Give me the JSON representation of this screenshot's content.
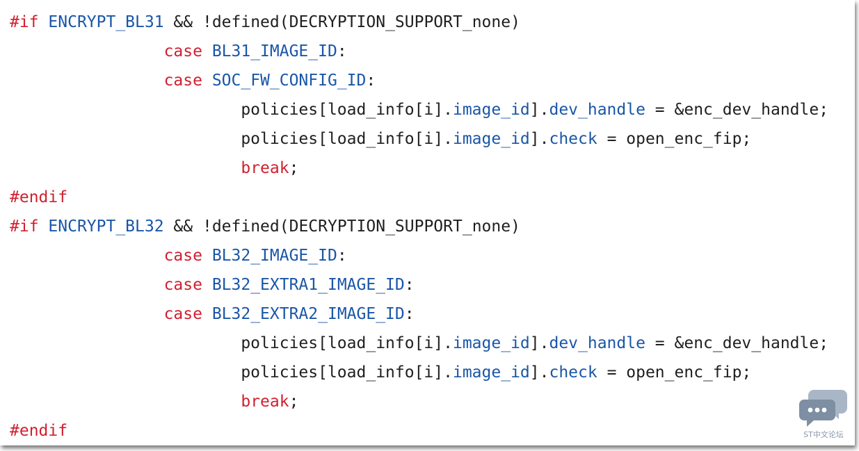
{
  "code": {
    "lines": [
      [
        [
          "kw",
          "#if"
        ],
        [
          "plain",
          " "
        ],
        [
          "id",
          "ENCRYPT_BL31"
        ],
        [
          "plain",
          " && !defined(DECRYPTION_SUPPORT_none)"
        ]
      ],
      [
        [
          "plain",
          "                "
        ],
        [
          "kw",
          "case"
        ],
        [
          "plain",
          " "
        ],
        [
          "id",
          "BL31_IMAGE_ID"
        ],
        [
          "plain",
          ":"
        ]
      ],
      [
        [
          "plain",
          "                "
        ],
        [
          "kw",
          "case"
        ],
        [
          "plain",
          " "
        ],
        [
          "id",
          "SOC_FW_CONFIG_ID"
        ],
        [
          "plain",
          ":"
        ]
      ],
      [
        [
          "plain",
          "                        policies[load_info[i]."
        ],
        [
          "id",
          "image_id"
        ],
        [
          "plain",
          "]."
        ],
        [
          "id",
          "dev_handle"
        ],
        [
          "plain",
          " = &enc_dev_handle;"
        ]
      ],
      [
        [
          "plain",
          "                        policies[load_info[i]."
        ],
        [
          "id",
          "image_id"
        ],
        [
          "plain",
          "]."
        ],
        [
          "id",
          "check"
        ],
        [
          "plain",
          " = open_enc_fip;"
        ]
      ],
      [
        [
          "plain",
          "                        "
        ],
        [
          "kw",
          "break"
        ],
        [
          "plain",
          ";"
        ]
      ],
      [
        [
          "kw",
          "#endif"
        ]
      ],
      [
        [
          "kw",
          "#if"
        ],
        [
          "plain",
          " "
        ],
        [
          "id",
          "ENCRYPT_BL32"
        ],
        [
          "plain",
          " && !defined(DECRYPTION_SUPPORT_none)"
        ]
      ],
      [
        [
          "plain",
          "                "
        ],
        [
          "kw",
          "case"
        ],
        [
          "plain",
          " "
        ],
        [
          "id",
          "BL32_IMAGE_ID"
        ],
        [
          "plain",
          ":"
        ]
      ],
      [
        [
          "plain",
          "                "
        ],
        [
          "kw",
          "case"
        ],
        [
          "plain",
          " "
        ],
        [
          "id",
          "BL32_EXTRA1_IMAGE_ID"
        ],
        [
          "plain",
          ":"
        ]
      ],
      [
        [
          "plain",
          "                "
        ],
        [
          "kw",
          "case"
        ],
        [
          "plain",
          " "
        ],
        [
          "id",
          "BL32_EXTRA2_IMAGE_ID"
        ],
        [
          "plain",
          ":"
        ]
      ],
      [
        [
          "plain",
          "                        policies[load_info[i]."
        ],
        [
          "id",
          "image_id"
        ],
        [
          "plain",
          "]."
        ],
        [
          "id",
          "dev_handle"
        ],
        [
          "plain",
          " = &enc_dev_handle;"
        ]
      ],
      [
        [
          "plain",
          "                        policies[load_info[i]."
        ],
        [
          "id",
          "image_id"
        ],
        [
          "plain",
          "]."
        ],
        [
          "id",
          "check"
        ],
        [
          "plain",
          " = open_enc_fip;"
        ]
      ],
      [
        [
          "plain",
          "                        "
        ],
        [
          "kw",
          "break"
        ],
        [
          "plain",
          ";"
        ]
      ],
      [
        [
          "kw",
          "#endif"
        ]
      ]
    ]
  },
  "colors": {
    "keyword": "#d0202f",
    "identifier": "#1a56a8",
    "text": "#1f1f1f",
    "watermark": "#8a97a8"
  },
  "watermark": {
    "icon": "chat-bubbles-icon",
    "text": "ST中文论坛"
  }
}
